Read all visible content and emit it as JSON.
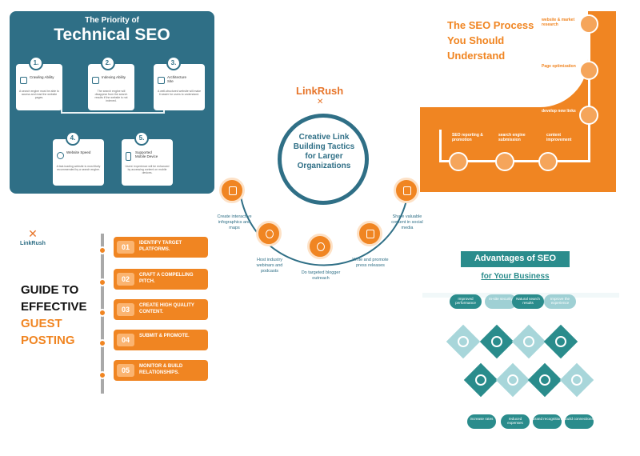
{
  "technical_seo": {
    "pre_title": "The Priority of",
    "title": "Technical SEO",
    "cards": [
      {
        "num": "1.",
        "label": "Crawling Ability",
        "desc": "A search engine must be able to access and read the website pages."
      },
      {
        "num": "2.",
        "label": "Indexing Ability",
        "desc": "The search engine will disappear from the search results if the website is not indexed."
      },
      {
        "num": "3.",
        "label": "Architecture Site",
        "desc": "A well-structured website will make it easier for users to understand."
      },
      {
        "num": "4.",
        "label": "Website Speed",
        "desc": "A fast-loading website is most likely recommended by a search engine."
      },
      {
        "num": "5.",
        "label": "Supported Mobile Device",
        "desc": "Users' experience will be enhanced by accessing content on mobile devices."
      }
    ]
  },
  "seo_process": {
    "title": "The SEO Process You Should Understand",
    "steps": [
      {
        "label": "website & market research",
        "icon": "research-icon"
      },
      {
        "label": "Page optimization",
        "icon": "gear-icon"
      },
      {
        "label": "develop new links",
        "icon": "link-icon"
      },
      {
        "label": "content improvement",
        "icon": "content-icon"
      },
      {
        "label": "search engine submission",
        "icon": "search-icon"
      },
      {
        "label": "SEO reporting & promotion",
        "icon": "report-icon"
      }
    ]
  },
  "link_building": {
    "brand": "LinkRush",
    "center": "Creative Link Building Tactics for Larger Organizations",
    "tactics": [
      "Create interactive infographics and maps",
      "Host industry webinars and podcasts",
      "Do targeted blogger outreach",
      "Write and promote press releases",
      "Share valuable content in social media"
    ]
  },
  "guest_posting": {
    "brand": "LinkRush",
    "heading_lines": [
      "GUIDE TO",
      "EFFECTIVE"
    ],
    "heading_accent_lines": [
      "GUEST",
      "POSTING"
    ],
    "steps": [
      {
        "num": "01",
        "text": "IDENTIFY TARGET PLATFORMS."
      },
      {
        "num": "02",
        "text": "CRAFT A COMPELLING PITCH."
      },
      {
        "num": "03",
        "text": "CREATE HIGH QUALITY CONTENT."
      },
      {
        "num": "04",
        "text": "SUBMIT & PROMOTE."
      },
      {
        "num": "05",
        "text": "MONITOR & BUILD RELATIONSHIPS."
      }
    ]
  },
  "advantages": {
    "title": "Advantages of SEO",
    "subtitle": "for Your Business",
    "top": [
      "Improved performance",
      "In-site security",
      "Natural search results",
      "Improve the experience"
    ],
    "bottom": [
      "increase rates",
      "reduced expenses",
      "brand recognition",
      "build connections"
    ]
  },
  "colors": {
    "teal": "#2f6f86",
    "orange": "#f08522",
    "green_teal": "#2a8c8c"
  }
}
